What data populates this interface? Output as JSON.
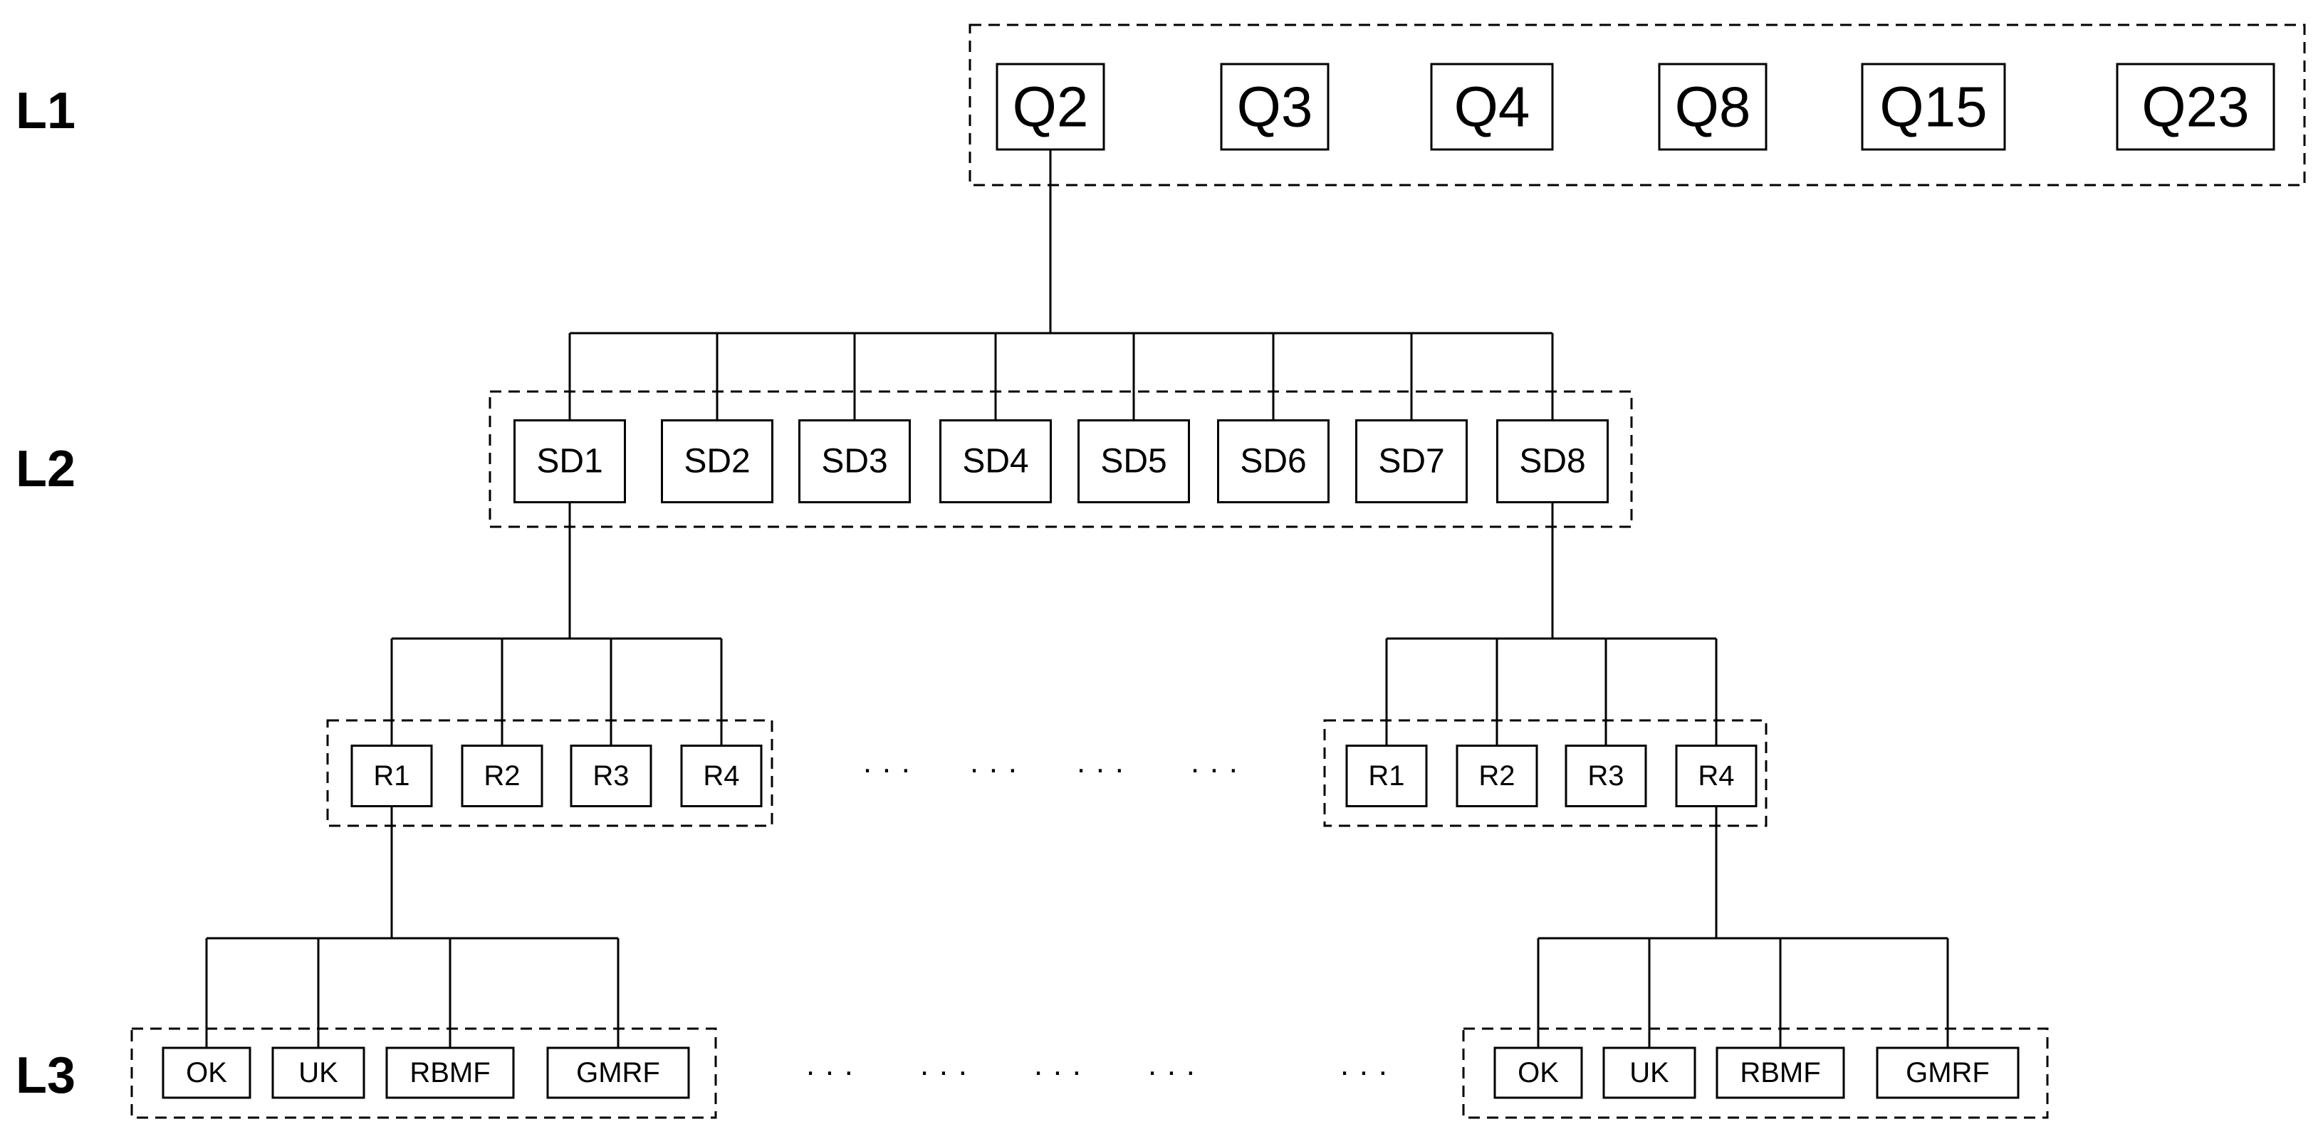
{
  "levels": {
    "l1": "L1",
    "l2": "L2",
    "l3": "L3"
  },
  "l1_nodes": [
    "Q2",
    "Q3",
    "Q4",
    "Q8",
    "Q15",
    "Q23"
  ],
  "l2_nodes": [
    "SD1",
    "SD2",
    "SD3",
    "SD4",
    "SD5",
    "SD6",
    "SD7",
    "SD8"
  ],
  "region_groups": [
    {
      "parent": "SD1",
      "nodes": [
        "R1",
        "R2",
        "R3",
        "R4"
      ]
    },
    {
      "parent": "SD8",
      "nodes": [
        "R1",
        "R2",
        "R3",
        "R4"
      ]
    }
  ],
  "l3_groups": [
    {
      "parent": "R1",
      "nodes": [
        "OK",
        "UK",
        "RBMF",
        "GMRF"
      ]
    },
    {
      "parent": "R4",
      "nodes": [
        "OK",
        "UK",
        "RBMF",
        "GMRF"
      ]
    }
  ],
  "ellipsis": {
    "region_row": [
      "· · ·",
      "· · ·",
      "· · ·",
      "· · ·"
    ],
    "l3_row": [
      "· · ·",
      "· · ·",
      "· · ·",
      "· · ·",
      "· · ·"
    ]
  },
  "colors": {
    "stroke": "#000000",
    "background": "#ffffff"
  }
}
